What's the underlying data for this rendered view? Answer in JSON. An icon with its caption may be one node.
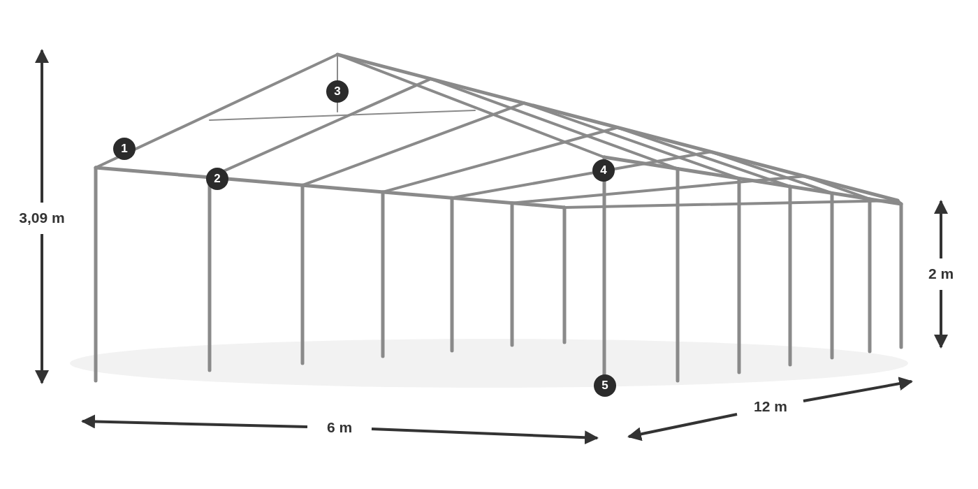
{
  "diagram": {
    "labels": [
      "3",
      "1",
      "4",
      "2",
      "3,09 m",
      "2 m",
      "5",
      "12 m",
      "6 m"
    ]
  }
}
